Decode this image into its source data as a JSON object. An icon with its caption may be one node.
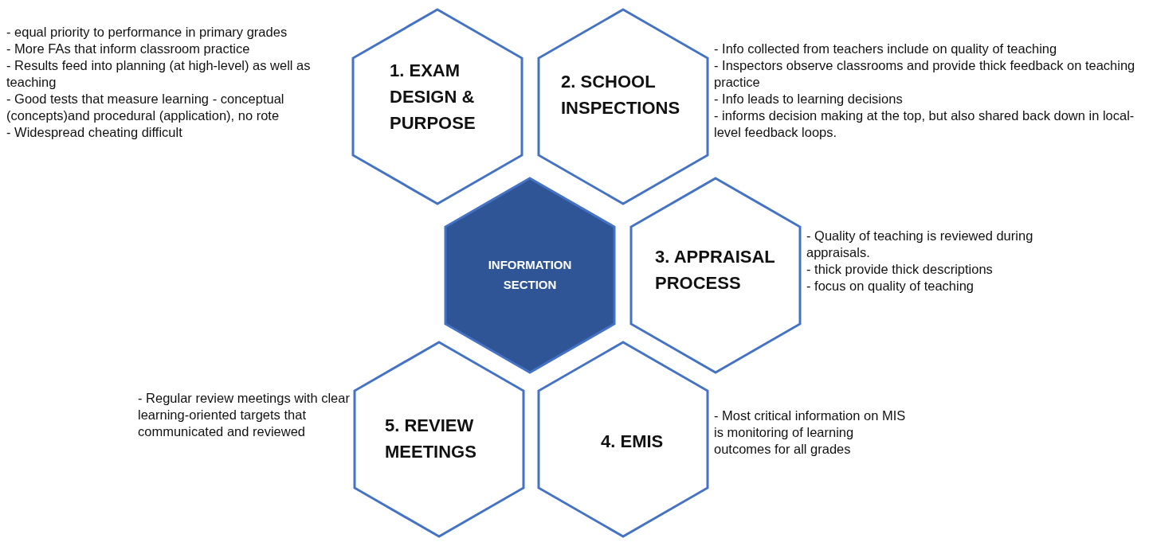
{
  "diagram": {
    "nodes": [
      {
        "text": [
          "1. EXAM DESIGN & PURPOSE"
        ],
        "beside": [
          "- equal priority to performance in primary grades",
          "- More FAs that inform classroom practice",
          "- Results feed into planning (at high-level) as well as teaching",
          "- Good tests that measure learning - conceptual (concepts)and procedural (application), no rote",
          "- Widespread cheating difficult"
        ]
      },
      {
        "text": [
          "2. SCHOOL INSPECTIONS"
        ],
        "beside": [
          "- Info collected from teachers include on quality of teaching",
          "- Inspectors observe classrooms and provide thick feedback on teaching practice",
          "- Info leads to learning decisions",
          "- informs decision making at the top, but also shared back down in local-level feedback loops."
        ]
      },
      {
        "text": [
          "INFORMATION SECTION"
        ]
      },
      {
        "text": [
          "3. APPRAISAL PROCESS"
        ],
        "beside": [
          "- Quality of teaching is reviewed during appraisals.",
          "- thick provide thick descriptions",
          "- focus on quality of teaching"
        ]
      },
      {
        "text": [
          "5. REVIEW MEETINGS"
        ],
        "beside": [
          "- Regular review meetings with clear learning-oriented targets that communicated and reviewed"
        ]
      },
      {
        "text": [
          "4. EMIS"
        ],
        "beside": [
          "- Most critical information on MIS is monitoring of learning outcomes for all grades"
        ]
      }
    ],
    "edges": []
  }
}
